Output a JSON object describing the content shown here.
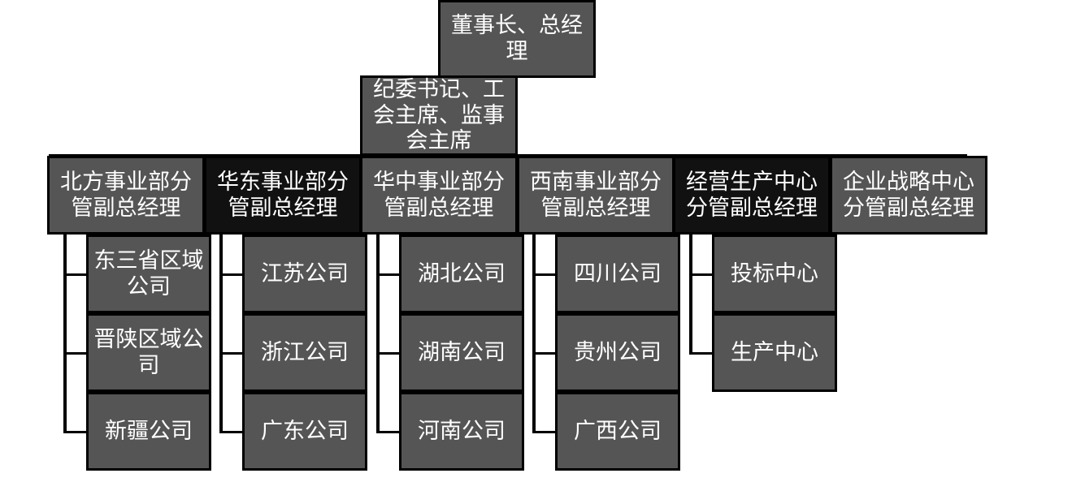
{
  "chairman": "董事长、总经理",
  "discipline": "纪委书记、工会主席、监事会主席",
  "departments": [
    {
      "title": "北方事业部分管副总经理",
      "children": [
        "东三省区域公司",
        "晋陕区域公司",
        "新疆公司"
      ]
    },
    {
      "title": "华东事业部分管副总经理",
      "children": [
        "江苏公司",
        "浙江公司",
        "广东公司"
      ]
    },
    {
      "title": "华中事业部分管副总经理",
      "children": [
        "湖北公司",
        "湖南公司",
        "河南公司"
      ]
    },
    {
      "title": "西南事业部分管副总经理",
      "children": [
        "四川公司",
        "贵州公司",
        "广西公司"
      ]
    },
    {
      "title": "经营生产中心分管副总经理",
      "children": [
        "投标中心",
        "生产中心"
      ]
    },
    {
      "title": "企业战略中心分管副总经理",
      "children": []
    }
  ],
  "colors": {
    "box_fill": "#555555",
    "box_fill_dark": "#111111",
    "border": "#000000",
    "text": "#ffffff"
  }
}
